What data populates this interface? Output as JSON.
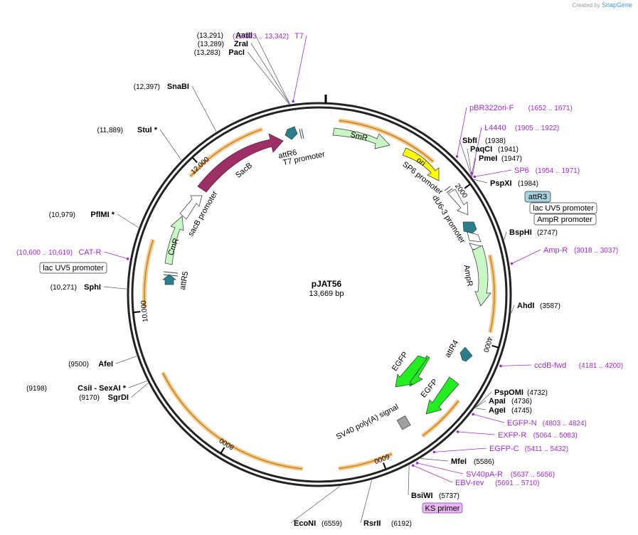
{
  "app": {
    "credit_prefix": "Created by",
    "credit_brand": "SnapGene"
  },
  "plasmid": {
    "name": "pJAT56",
    "length_text": "13,669 bp",
    "length": 13669
  },
  "colors": {
    "backbone": "#222222",
    "orf_outline": "#e8a33a",
    "primer": "#a02bd0",
    "SmR": "#c8f7c5",
    "ori": "#ffff00",
    "SacB": "#9c2f66",
    "CmR": "#c8f7c5",
    "AmpR": "#c8f7c5",
    "EGFP": "#22ee22",
    "attR": "#2e7d8a",
    "promoter": "#ffffff",
    "polyA": "#a0a0a0",
    "KS_primer_bg": "#e8b6f2",
    "attR3_bg": "#a7d4de"
  },
  "ticks": [
    "2000",
    "4000",
    "6000",
    "8000",
    "10,000",
    "12,000"
  ],
  "restriction_sites": [
    {
      "name": "AatII",
      "pos": "(13,291)",
      "bp": 13291
    },
    {
      "name": "ZraI",
      "pos": "(13,289)",
      "bp": 13289
    },
    {
      "name": "PacI",
      "pos": "(13,283)",
      "bp": 13283
    },
    {
      "name": "SnaBI",
      "pos": "(12,397)",
      "bp": 12397
    },
    {
      "name": "StuI *",
      "pos": "(11,889)",
      "bp": 11889
    },
    {
      "name": "PflMI *",
      "pos": "(10,979)",
      "bp": 10979
    },
    {
      "name": "SphI",
      "pos": "(10,271)",
      "bp": 10271
    },
    {
      "name": "AfeI",
      "pos": "(9500)",
      "bp": 9500
    },
    {
      "name": "CsiI  - SexAI *",
      "pos": "(9198)",
      "bp": 9198
    },
    {
      "name": "SgrDI",
      "pos": "(9170)",
      "bp": 9170
    },
    {
      "name": "EcoNI",
      "pos": "(6559)",
      "bp": 6559
    },
    {
      "name": "RsrII",
      "pos": "(6192)",
      "bp": 6192
    },
    {
      "name": "BsiWI",
      "pos": "(5737)",
      "bp": 5737
    },
    {
      "name": "MfeI",
      "pos": "(5586)",
      "bp": 5586
    },
    {
      "name": "AgeI",
      "pos": "(4745)",
      "bp": 4745
    },
    {
      "name": "ApaI",
      "pos": "(4736)",
      "bp": 4736
    },
    {
      "name": "PspOMI",
      "pos": "(4732)",
      "bp": 4732
    },
    {
      "name": "AhdI",
      "pos": "(3587)",
      "bp": 3587
    },
    {
      "name": "BspHI",
      "pos": "(2747)",
      "bp": 2747
    },
    {
      "name": "PspXI",
      "pos": "(1984)",
      "bp": 1984
    },
    {
      "name": "PmeI",
      "pos": "(1947)",
      "bp": 1947
    },
    {
      "name": "PaqCI",
      "pos": "(1941)",
      "bp": 1941
    },
    {
      "name": "SbfI",
      "pos": "(1938)",
      "bp": 1938
    }
  ],
  "primers": [
    {
      "name": "T7",
      "pos": "(13,323 .. 13,342)",
      "bp": 13332
    },
    {
      "name": "pBR322ori-F",
      "pos": "(1652 .. 1671)",
      "bp": 1662
    },
    {
      "name": "L4440",
      "pos": "(1905 .. 1922)",
      "bp": 1913
    },
    {
      "name": "SP6",
      "pos": "(1954 .. 1971)",
      "bp": 1962
    },
    {
      "name": "Amp-R",
      "pos": "(3018 .. 3037)",
      "bp": 3027
    },
    {
      "name": "ccdB-fwd",
      "pos": "(4181 .. 4200)",
      "bp": 4190
    },
    {
      "name": "EGFP-N",
      "pos": "(4803 .. 4824)",
      "bp": 4813
    },
    {
      "name": "EXFP-R",
      "pos": "(5064 .. 5083)",
      "bp": 5073
    },
    {
      "name": "EGFP-C",
      "pos": "(5411 .. 5432)",
      "bp": 5421
    },
    {
      "name": "SV40pA-R",
      "pos": "(5637 .. 5656)",
      "bp": 5646
    },
    {
      "name": "EBV-rev",
      "pos": "(5691 .. 5710)",
      "bp": 5700
    },
    {
      "name": "CAT-R",
      "pos": "(10,600 .. 10,619)",
      "bp": 10609
    }
  ],
  "boxed_labels": {
    "attR3": "attR3",
    "lac_uv5_right": "lac UV5 promoter",
    "ampr_promoter": "AmpR promoter",
    "lac_uv5_left": "lac UV5 promoter",
    "ks_primer": "KS primer"
  },
  "features": {
    "SmR": "SmR",
    "ori": "ori",
    "SP6_promoter": "SP6 promoter",
    "dU6_3_promoter": "dU6-3 promoter",
    "AmpR": "AmpR",
    "attR6": "attR6",
    "T7_promoter": "T7 promoter",
    "SacB": "SacB",
    "sacB_promoter": "sacB promoter",
    "CmR": "CmR",
    "attR5": "attR5",
    "attR4": "attR4",
    "EGFP_1": "EGFP",
    "EGFP_2": "EGFP",
    "SV40_polyA": "SV40 poly(A) signal"
  }
}
